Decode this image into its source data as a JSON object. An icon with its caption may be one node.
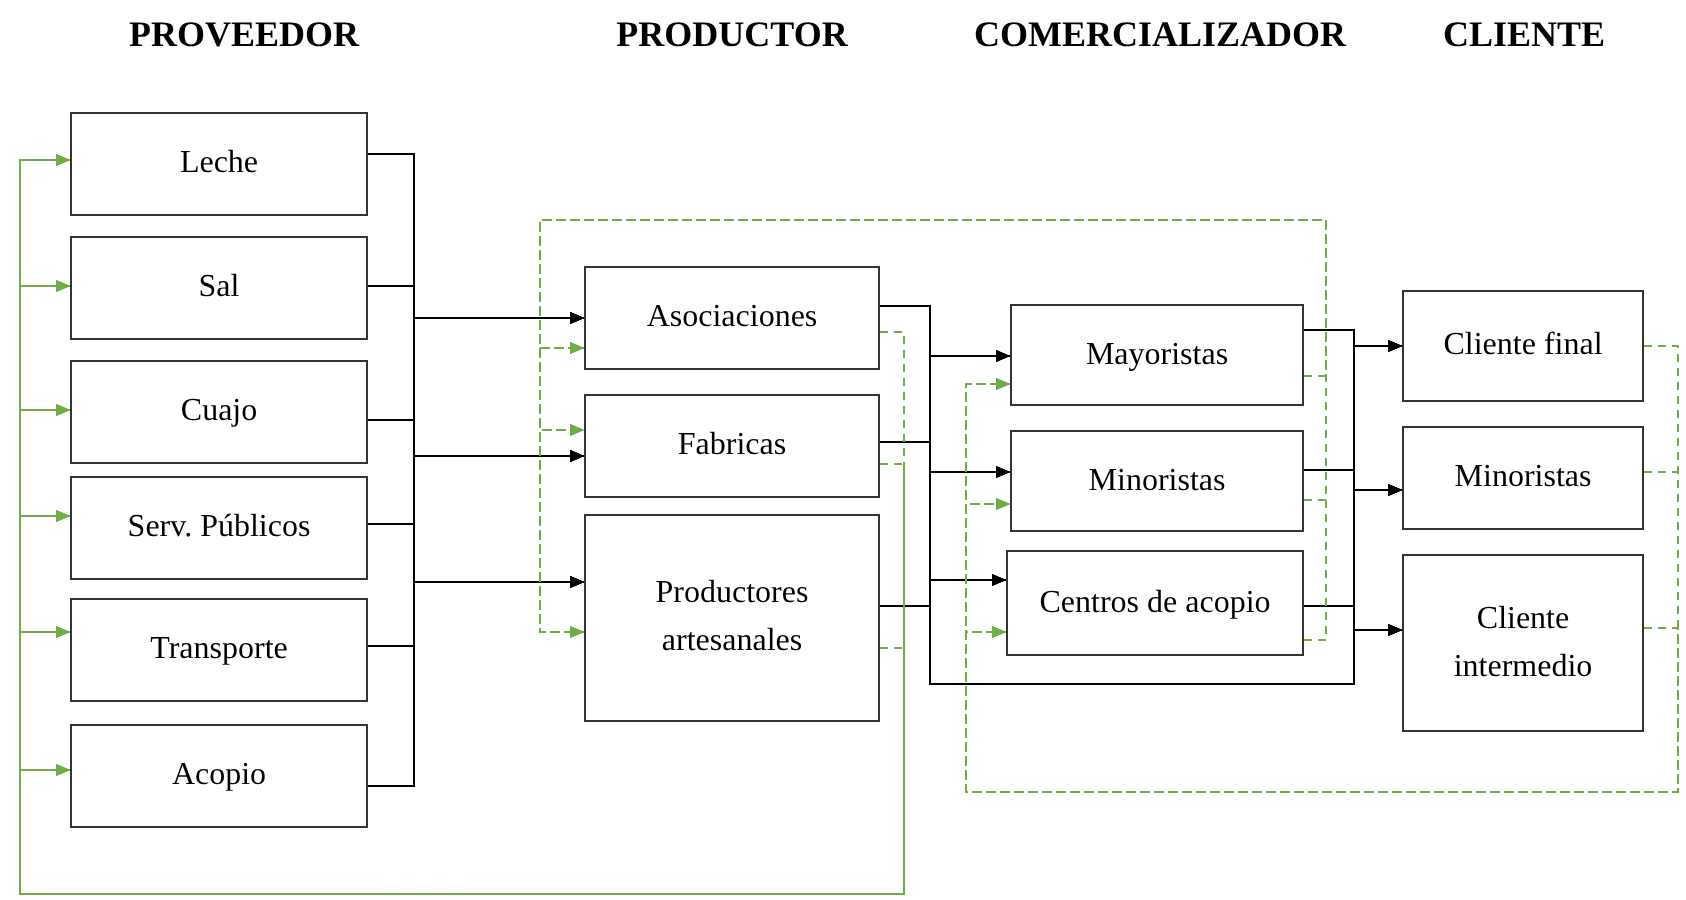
{
  "diagram": {
    "nodes": [
      {
        "text": [
          "Leche"
        ]
      },
      {
        "text": [
          "Sal"
        ]
      },
      {
        "text": [
          "Cuajo"
        ]
      },
      {
        "text": [
          "Serv. Públicos"
        ]
      },
      {
        "text": [
          "Transporte"
        ]
      },
      {
        "text": [
          "Acopio"
        ]
      },
      {
        "text": [
          "Asociaciones"
        ]
      },
      {
        "text": [
          "Fabricas"
        ]
      },
      {
        "text": [
          "Productores artesanales"
        ]
      },
      {
        "text": [
          "Mayoristas"
        ]
      },
      {
        "text": [
          "Minoristas"
        ]
      },
      {
        "text": [
          "Centros de acopio"
        ]
      },
      {
        "text": [
          "Cliente final"
        ]
      },
      {
        "text": [
          "Minoristas"
        ]
      },
      {
        "text": [
          "Cliente intermedio"
        ]
      }
    ],
    "edges": [
      {
        "from": 0,
        "to": 6,
        "arrow": "to"
      },
      {
        "from": 0,
        "to": 7,
        "arrow": "to"
      },
      {
        "from": 0,
        "to": 8,
        "arrow": "to"
      },
      {
        "from": 1,
        "to": 6,
        "arrow": "to"
      },
      {
        "from": 1,
        "to": 7,
        "arrow": "to"
      },
      {
        "from": 1,
        "to": 8,
        "arrow": "to"
      },
      {
        "from": 2,
        "to": 6,
        "arrow": "to"
      },
      {
        "from": 2,
        "to": 7,
        "arrow": "to"
      },
      {
        "from": 2,
        "to": 8,
        "arrow": "to"
      },
      {
        "from": 3,
        "to": 6,
        "arrow": "to"
      },
      {
        "from": 3,
        "to": 7,
        "arrow": "to"
      },
      {
        "from": 3,
        "to": 8,
        "arrow": "to"
      },
      {
        "from": 4,
        "to": 6,
        "arrow": "to"
      },
      {
        "from": 4,
        "to": 7,
        "arrow": "to"
      },
      {
        "from": 4,
        "to": 8,
        "arrow": "to"
      },
      {
        "from": 5,
        "to": 6,
        "arrow": "to"
      },
      {
        "from": 5,
        "to": 7,
        "arrow": "to"
      },
      {
        "from": 5,
        "to": 8,
        "arrow": "to"
      },
      {
        "from": 6,
        "to": 9,
        "arrow": "to"
      },
      {
        "from": 6,
        "to": 10,
        "arrow": "to"
      },
      {
        "from": 6,
        "to": 11,
        "arrow": "to"
      },
      {
        "from": 7,
        "to": 9,
        "arrow": "to"
      },
      {
        "from": 7,
        "to": 10,
        "arrow": "to"
      },
      {
        "from": 7,
        "to": 11,
        "arrow": "to"
      },
      {
        "from": 8,
        "to": 9,
        "arrow": "to"
      },
      {
        "from": 8,
        "to": 10,
        "arrow": "to"
      },
      {
        "from": 8,
        "to": 11,
        "arrow": "to"
      },
      {
        "from": 6,
        "to": 12,
        "arrow": "to"
      },
      {
        "from": 6,
        "to": 13,
        "arrow": "to"
      },
      {
        "from": 6,
        "to": 14,
        "arrow": "to"
      },
      {
        "from": 7,
        "to": 12,
        "arrow": "to"
      },
      {
        "from": 7,
        "to": 13,
        "arrow": "to"
      },
      {
        "from": 7,
        "to": 14,
        "arrow": "to"
      },
      {
        "from": 8,
        "to": 12,
        "arrow": "to"
      },
      {
        "from": 8,
        "to": 13,
        "arrow": "to"
      },
      {
        "from": 8,
        "to": 14,
        "arrow": "to"
      },
      {
        "from": 9,
        "to": 12,
        "arrow": "to"
      },
      {
        "from": 9,
        "to": 13,
        "arrow": "to"
      },
      {
        "from": 9,
        "to": 14,
        "arrow": "to"
      },
      {
        "from": 10,
        "to": 12,
        "arrow": "to"
      },
      {
        "from": 10,
        "to": 13,
        "arrow": "to"
      },
      {
        "from": 10,
        "to": 14,
        "arrow": "to"
      },
      {
        "from": 11,
        "to": 12,
        "arrow": "to"
      },
      {
        "from": 11,
        "to": 13,
        "arrow": "to"
      },
      {
        "from": 11,
        "to": 14,
        "arrow": "to"
      },
      {
        "from": 6,
        "to": 0,
        "arrow": "to",
        "style": "dashed",
        "color": "#70ad47"
      },
      {
        "from": 6,
        "to": 1,
        "arrow": "to",
        "style": "dashed",
        "color": "#70ad47"
      },
      {
        "from": 6,
        "to": 2,
        "arrow": "to",
        "style": "dashed",
        "color": "#70ad47"
      },
      {
        "from": 6,
        "to": 3,
        "arrow": "to",
        "style": "dashed",
        "color": "#70ad47"
      },
      {
        "from": 6,
        "to": 4,
        "arrow": "to",
        "style": "dashed",
        "color": "#70ad47"
      },
      {
        "from": 6,
        "to": 5,
        "arrow": "to",
        "style": "dashed",
        "color": "#70ad47"
      },
      {
        "from": 7,
        "to": 0,
        "arrow": "to",
        "style": "dashed",
        "color": "#70ad47"
      },
      {
        "from": 7,
        "to": 1,
        "arrow": "to",
        "style": "dashed",
        "color": "#70ad47"
      },
      {
        "from": 7,
        "to": 2,
        "arrow": "to",
        "style": "dashed",
        "color": "#70ad47"
      },
      {
        "from": 7,
        "to": 3,
        "arrow": "to",
        "style": "dashed",
        "color": "#70ad47"
      },
      {
        "from": 7,
        "to": 4,
        "arrow": "to",
        "style": "dashed",
        "color": "#70ad47"
      },
      {
        "from": 7,
        "to": 5,
        "arrow": "to",
        "style": "dashed",
        "color": "#70ad47"
      },
      {
        "from": 8,
        "to": 0,
        "arrow": "to",
        "style": "dashed",
        "color": "#70ad47"
      },
      {
        "from": 8,
        "to": 1,
        "arrow": "to",
        "style": "dashed",
        "color": "#70ad47"
      },
      {
        "from": 8,
        "to": 2,
        "arrow": "to",
        "style": "dashed",
        "color": "#70ad47"
      },
      {
        "from": 8,
        "to": 3,
        "arrow": "to",
        "style": "dashed",
        "color": "#70ad47"
      },
      {
        "from": 8,
        "to": 4,
        "arrow": "to",
        "style": "dashed",
        "color": "#70ad47"
      },
      {
        "from": 8,
        "to": 5,
        "arrow": "to",
        "style": "dashed",
        "color": "#70ad47"
      },
      {
        "from": 9,
        "to": 6,
        "arrow": "to",
        "style": "dashed",
        "color": "#70ad47"
      },
      {
        "from": 9,
        "to": 7,
        "arrow": "to",
        "style": "dashed",
        "color": "#70ad47"
      },
      {
        "from": 9,
        "to": 8,
        "arrow": "to",
        "style": "dashed",
        "color": "#70ad47"
      },
      {
        "from": 10,
        "to": 6,
        "arrow": "to",
        "style": "dashed",
        "color": "#70ad47"
      },
      {
        "from": 10,
        "to": 7,
        "arrow": "to",
        "style": "dashed",
        "color": "#70ad47"
      },
      {
        "from": 10,
        "to": 8,
        "arrow": "to",
        "style": "dashed",
        "color": "#70ad47"
      },
      {
        "from": 11,
        "to": 6,
        "arrow": "to",
        "style": "dashed",
        "color": "#70ad47"
      },
      {
        "from": 11,
        "to": 7,
        "arrow": "to",
        "style": "dashed",
        "color": "#70ad47"
      },
      {
        "from": 11,
        "to": 8,
        "arrow": "to",
        "style": "dashed",
        "color": "#70ad47"
      },
      {
        "from": 12,
        "to": 9,
        "arrow": "to",
        "style": "dashed",
        "color": "#70ad47"
      },
      {
        "from": 12,
        "to": 10,
        "arrow": "to",
        "style": "dashed",
        "color": "#70ad47"
      },
      {
        "from": 12,
        "to": 11,
        "arrow": "to",
        "style": "dashed",
        "color": "#70ad47"
      },
      {
        "from": 13,
        "to": 9,
        "arrow": "to",
        "style": "dashed",
        "color": "#70ad47"
      },
      {
        "from": 13,
        "to": 10,
        "arrow": "to",
        "style": "dashed",
        "color": "#70ad47"
      },
      {
        "from": 13,
        "to": 11,
        "arrow": "to",
        "style": "dashed",
        "color": "#70ad47"
      },
      {
        "from": 14,
        "to": 9,
        "arrow": "to",
        "style": "dashed",
        "color": "#70ad47"
      },
      {
        "from": 14,
        "to": 10,
        "arrow": "to",
        "style": "dashed",
        "color": "#70ad47"
      },
      {
        "from": 14,
        "to": 11,
        "arrow": "to",
        "style": "dashed",
        "color": "#70ad47"
      }
    ],
    "labels": [
      "PROVEEDOR",
      "PRODUCTOR",
      "COMERCIALIZADOR",
      "CLIENTE"
    ]
  }
}
